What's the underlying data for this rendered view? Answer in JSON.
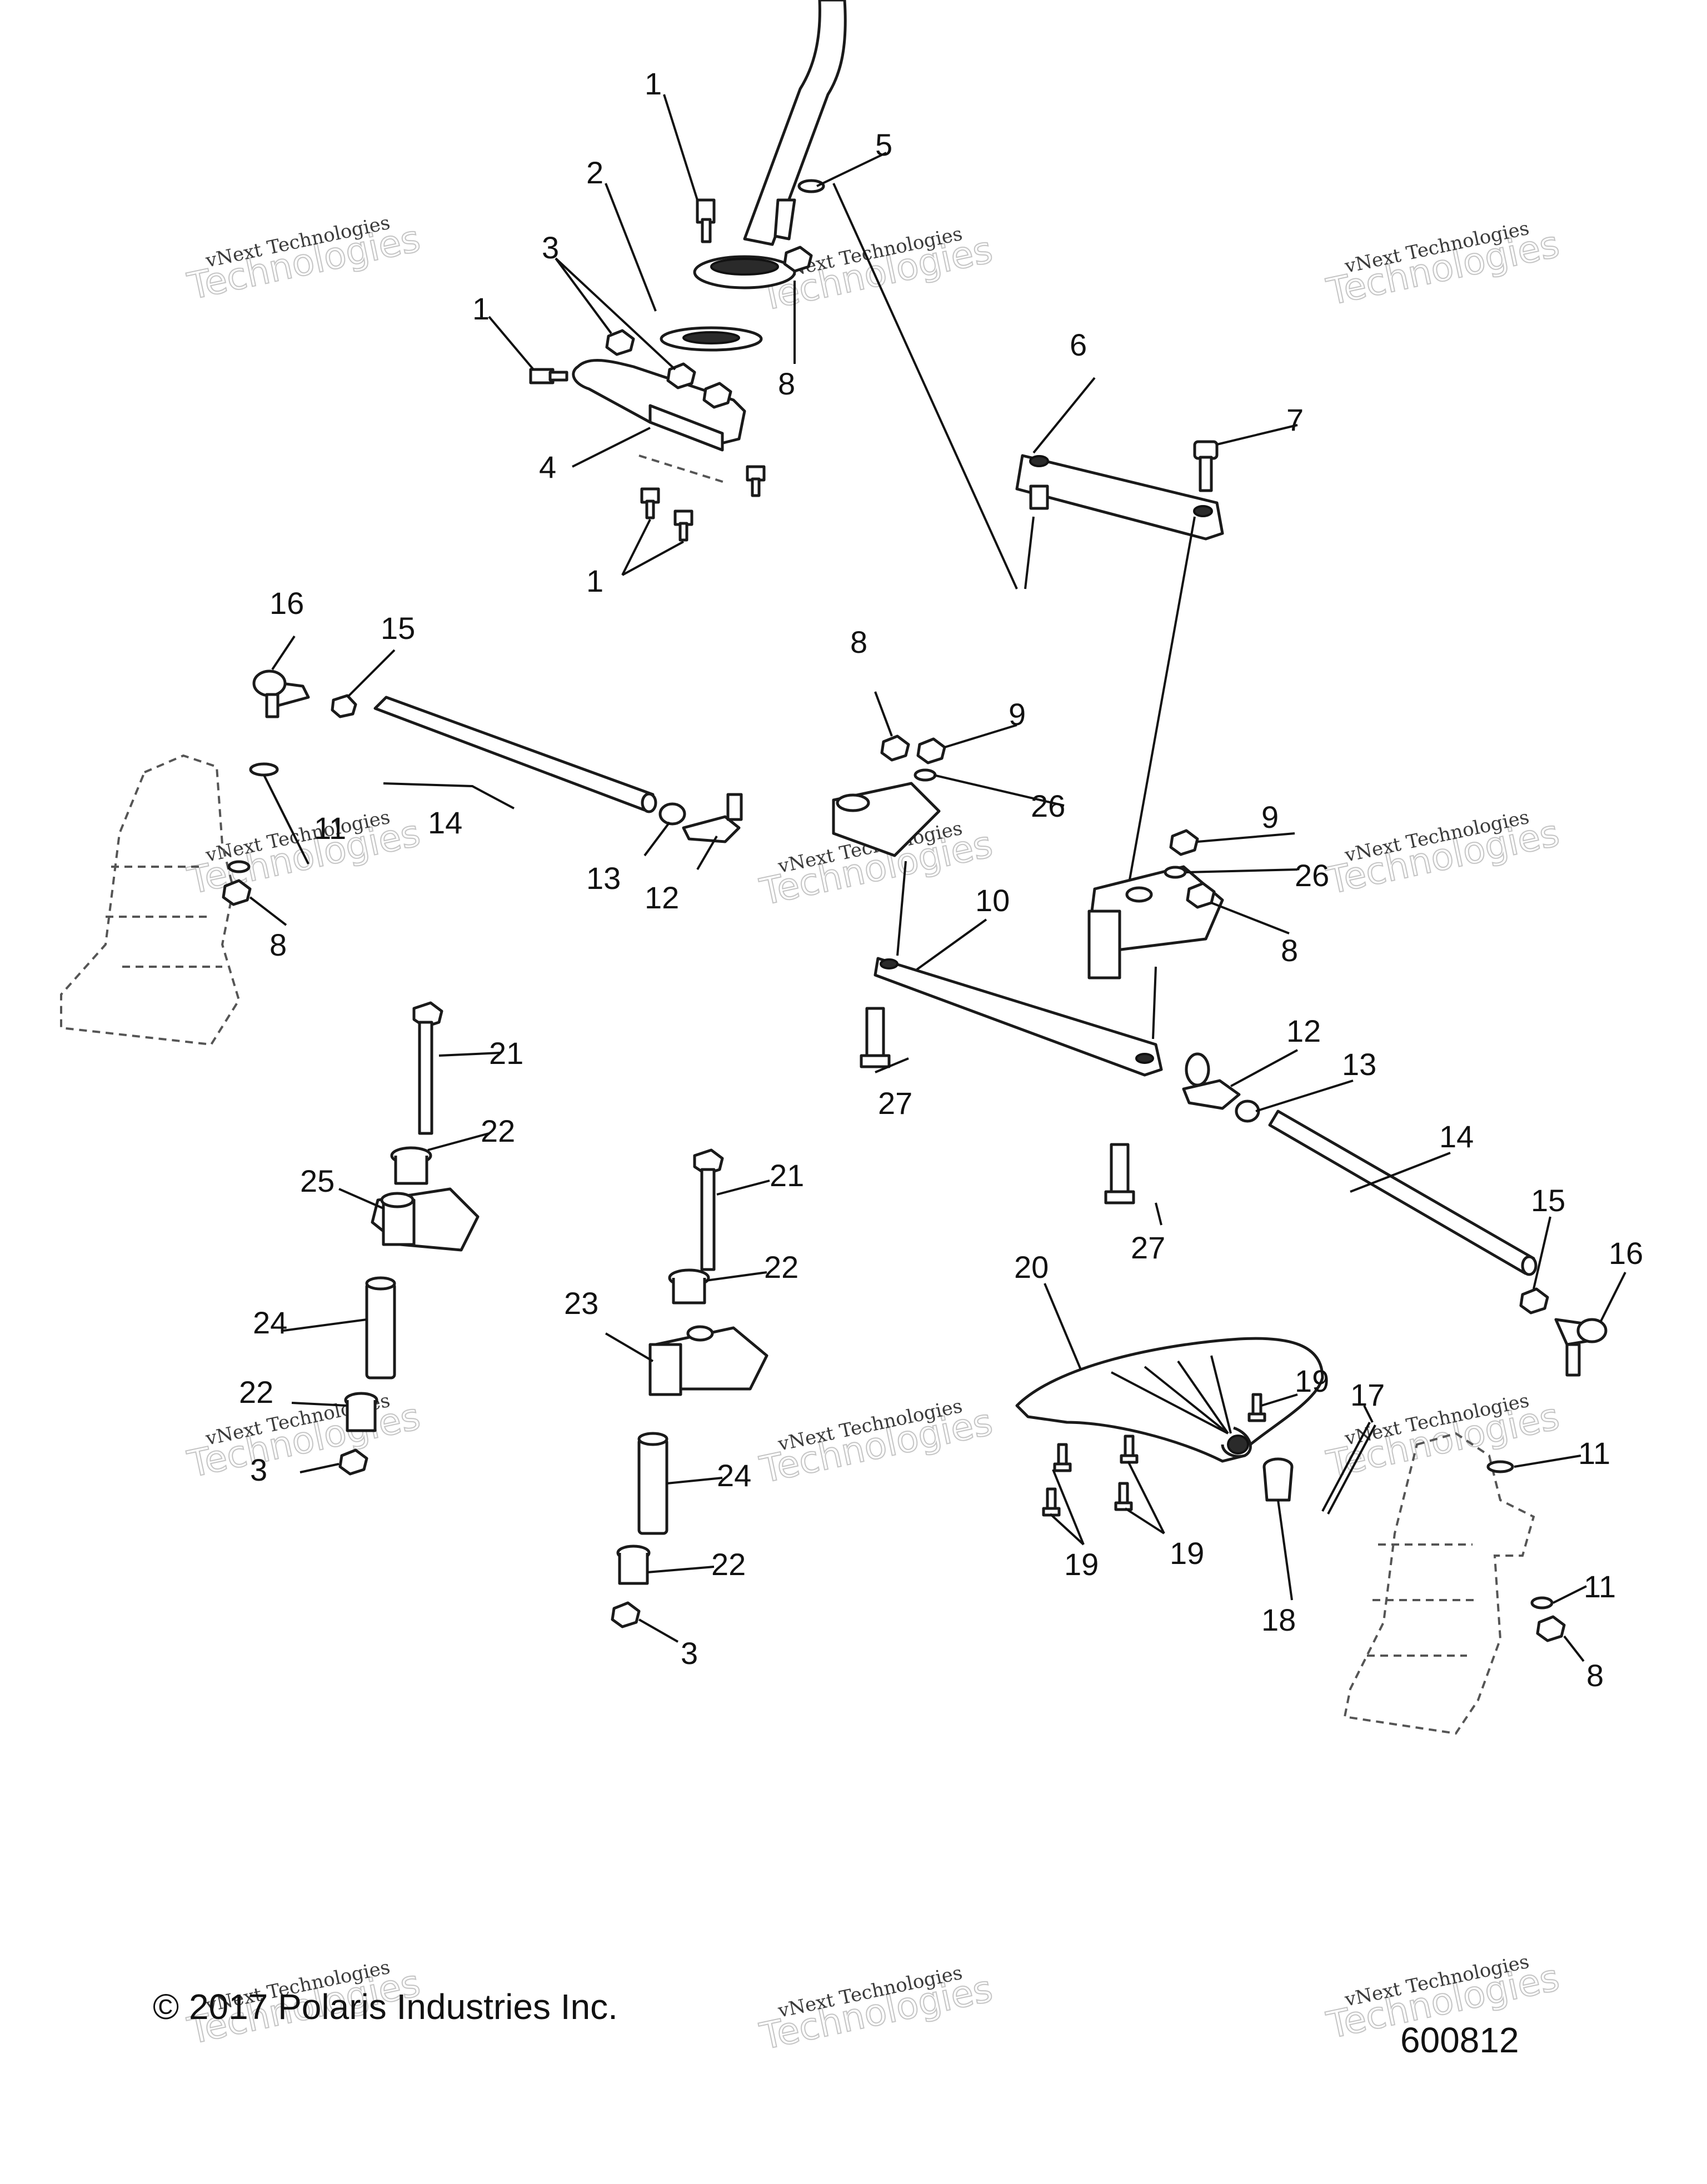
{
  "callouts": {
    "c1a": "1",
    "c1b": "1",
    "c1c": "1",
    "c2": "2",
    "c3a": "3",
    "c3b": "3",
    "c3c": "3",
    "c4": "4",
    "c5": "5",
    "c6": "6",
    "c7": "7",
    "c8a": "8",
    "c8b": "8",
    "c8c": "8",
    "c8d": "8",
    "c8e": "8",
    "c9a": "9",
    "c9b": "9",
    "c10": "10",
    "c11a": "11",
    "c11b": "11",
    "c11c": "11",
    "c12a": "12",
    "c12b": "12",
    "c13a": "13",
    "c13b": "13",
    "c14a": "14",
    "c14b": "14",
    "c15a": "15",
    "c15b": "15",
    "c16a": "16",
    "c16b": "16",
    "c17": "17",
    "c18": "18",
    "c19a": "19",
    "c19b": "19",
    "c19c": "19",
    "c20": "20",
    "c21a": "21",
    "c21b": "21",
    "c22a": "22",
    "c22b": "22",
    "c22c": "22",
    "c22d": "22",
    "c23": "23",
    "c24a": "24",
    "c24b": "24",
    "c25": "25",
    "c26a": "26",
    "c26b": "26",
    "c27a": "27",
    "c27b": "27"
  },
  "watermark": {
    "small": "vNext Technologies",
    "large": "Technologies",
    "top": "vNext"
  },
  "footer": {
    "copyright": "© 2017 Polaris Industries Inc.",
    "drawing_number": "600812"
  }
}
